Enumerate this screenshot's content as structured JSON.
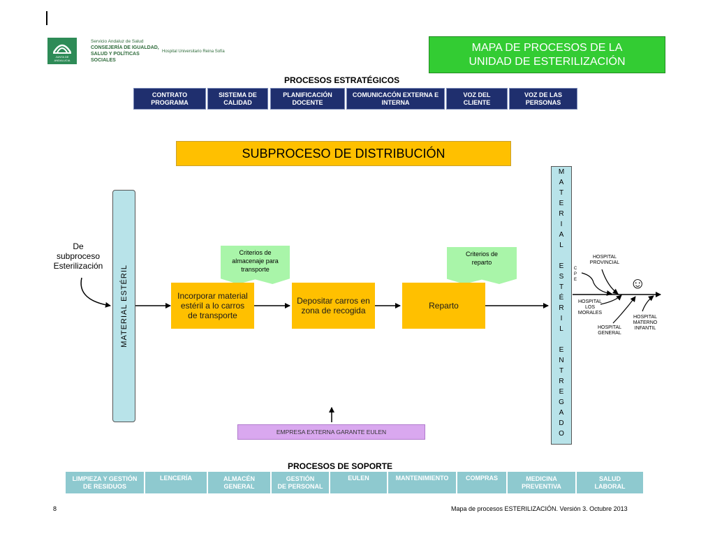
{
  "logo": {
    "line1": "Servicio Andaluz de Salud",
    "line2": "CONSEJERÍA DE IGUALDAD,",
    "line3": "SALUD Y POLÍTICAS SOCIALES",
    "hospital": "Hospital Universitario Reina Sofía",
    "emblem_text": "JUNTA DE ANDALUCIA"
  },
  "title": {
    "line1": "MAPA DE PROCESOS DE LA",
    "line2": "UNIDAD DE ESTERILIZACIÓN"
  },
  "strategic": {
    "heading": "PROCESOS ESTRATÉGICOS",
    "items": [
      {
        "l1": "CONTRATO",
        "l2": "PROGRAMA"
      },
      {
        "l1": "SISTEMA DE",
        "l2": "CALIDAD"
      },
      {
        "l1": "PLANIFICACIÓN",
        "l2": "DOCENTE"
      },
      {
        "l1": "COMUNICACÓN EXTERNA E",
        "l2": "INTERNA"
      },
      {
        "l1": "VOZ DEL",
        "l2": "CLIENTE"
      },
      {
        "l1": "VOZ DE LAS",
        "l2": "PERSONAS"
      }
    ]
  },
  "subprocess_title": "SUBPROCESO DE DISTRIBUCIÓN",
  "input": {
    "l1": "De",
    "l2": "subproceso",
    "l3": "Esterilización"
  },
  "material_esteril": "MATERIAL ESTÉRIL",
  "boxes": [
    {
      "l1": "Incorporar material",
      "l2": "estéril a lo carros",
      "l3": "de transporte"
    },
    {
      "l1": "Depositar carros en",
      "l2": "zona de recogida"
    },
    {
      "l1": "Reparto"
    }
  ],
  "notes": [
    {
      "l1": "Criterios de",
      "l2": "almacenaje para",
      "l3": "transporte"
    },
    {
      "l1": "Criterios de",
      "l2": "reparto"
    }
  ],
  "entregado_letters": [
    "M",
    "A",
    "T",
    "E",
    "R",
    "I",
    "A",
    "L",
    "",
    "E",
    "S",
    "T",
    "É",
    "R",
    "I",
    "L",
    "",
    "E",
    "N",
    "T",
    "R",
    "E",
    "G",
    "A",
    "D",
    "O"
  ],
  "hospitals": {
    "provincial": {
      "l1": "HOSPITAL",
      "l2": "PROVINCIAL"
    },
    "cpe": [
      "C",
      "P",
      "E"
    ],
    "morales": {
      "l1": "HOSPITAL",
      "l2": "LOS",
      "l3": "MORALES"
    },
    "general": {
      "l1": "HOSPITAL",
      "l2": "GENERAL"
    },
    "materno": {
      "l1": "HOSPITAL",
      "l2": "MATERNO",
      "l3": "INFANTIL"
    },
    "smiley": "☺"
  },
  "external": "EMPRESA EXTERNA GARANTE EULEN",
  "support": {
    "heading": "PROCESOS DE SOPORTE",
    "items": [
      {
        "l1": "LIMPIEZA Y GESTIÓN",
        "l2": "DE RESIDUOS"
      },
      {
        "l1": "LENCERÍA",
        "l2": ""
      },
      {
        "l1": "ALMACÉN",
        "l2": "GENERAL"
      },
      {
        "l1": "GESTIÓN",
        "l2": "DE PERSONAL"
      },
      {
        "l1": "EULEN",
        "l2": ""
      },
      {
        "l1": "MANTENIMIENTO",
        "l2": ""
      },
      {
        "l1": "COMPRAS",
        "l2": ""
      },
      {
        "l1": "MEDICINA",
        "l2": "PREVENTIVA"
      },
      {
        "l1": "SALUD",
        "l2": "LABORAL"
      }
    ]
  },
  "footer": {
    "page": "8",
    "text": "Mapa de procesos ESTERILIZACIÓN. Versión 3. Octubre 2013"
  },
  "colors": {
    "navy": "#1f2f6e",
    "teal": "#8ec9cf",
    "yellow": "#ffc000",
    "green": "#33cc33",
    "note_green": "#a9f5a9",
    "purple": "#cc99ff"
  }
}
